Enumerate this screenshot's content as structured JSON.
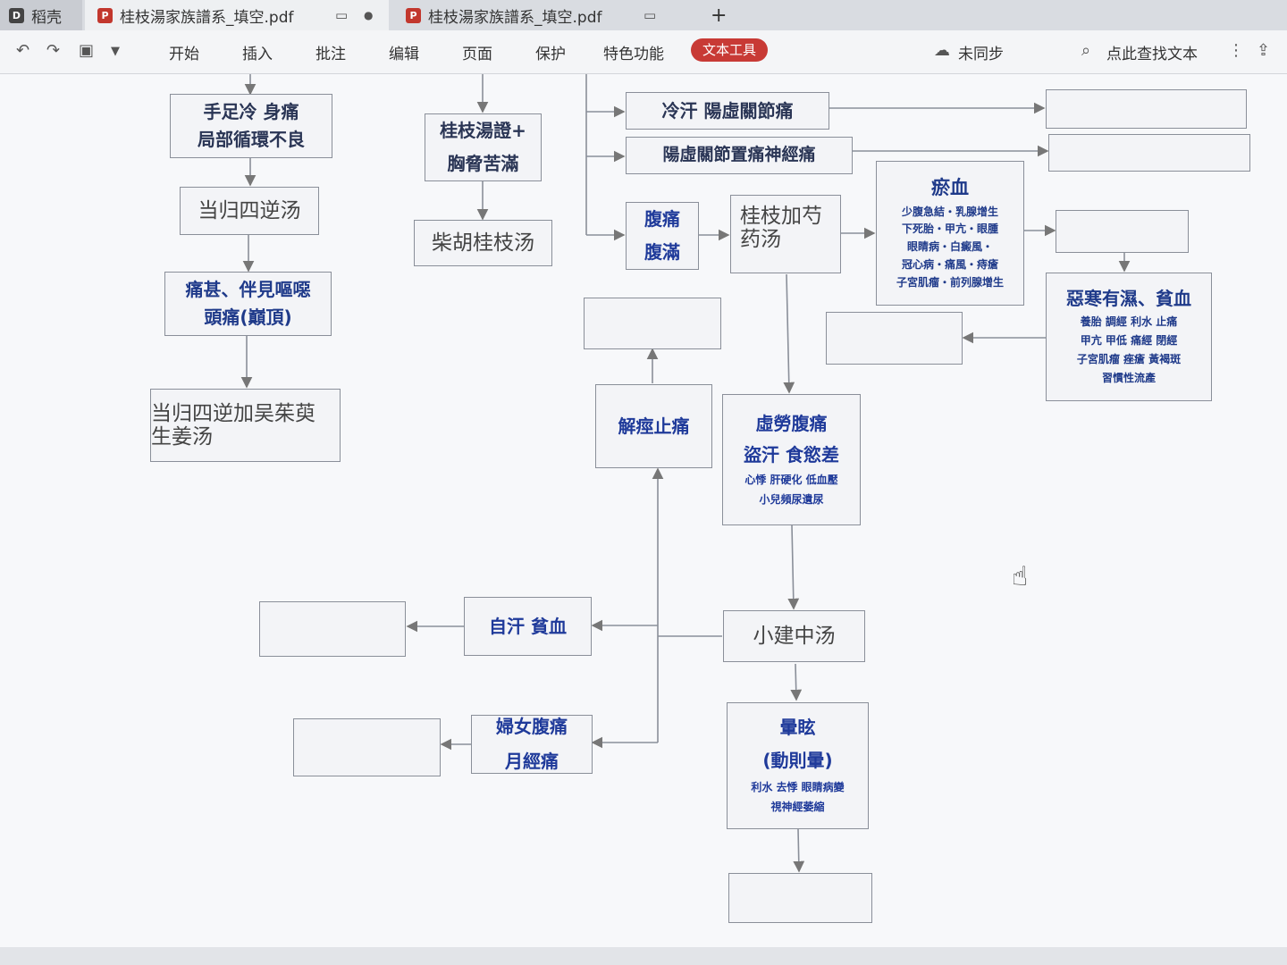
{
  "tabs": {
    "home": {
      "label": "稻壳"
    },
    "active": {
      "label": "桂枝湯家族譜系_填空.pdf",
      "dot": "●"
    },
    "second": {
      "label": "桂枝湯家族譜系_填空.pdf"
    },
    "add": "+"
  },
  "toolbar": {
    "menus": [
      "开始",
      "插入",
      "批注",
      "编辑",
      "页面",
      "保护",
      "特色功能"
    ],
    "text_tool": "文本工具",
    "sync": "未同步",
    "search": "点此查找文本",
    "accent": "#c83a35"
  },
  "boxes": {
    "b1": {
      "l1": "手足冷 身痛",
      "l2": "局部循環不良"
    },
    "b2": {
      "l1": "当归四逆汤"
    },
    "b3": {
      "l1": "痛甚、伴見嘔噁",
      "l2": "頭痛(巔頂)"
    },
    "b4": {
      "l1": "当归四逆加吴茱萸",
      "l2": "生姜汤"
    },
    "b5": {
      "l1": "桂枝湯證+",
      "l2": "胸脅苦滿"
    },
    "b6": {
      "l1": "柴胡桂枝汤"
    },
    "b7": {
      "l1": "冷汗 陽虛關節痛"
    },
    "b8": {
      "l1": "陽虛關節置痛神經痛"
    },
    "b9": {
      "l1": "腹痛",
      "l2": "腹滿"
    },
    "b10": {
      "l1": "桂枝加芍",
      "l2": "药汤"
    },
    "b11": {
      "l1": "瘀血",
      "l2": "少腹急結・乳腺增生",
      "l3": "下死胎・甲亢・眼腫",
      "l4": "眼睛病・白癜風・",
      "l5": "冠心病・痛風・痔瘡",
      "l6": "子宮肌瘤・前列腺增生"
    },
    "b12": {
      "l1": "惡寒有濕、貧血",
      "l2": "養胎 調經 利水 止痛",
      "l3": "甲亢 甲低 痛經 閉經",
      "l4": "子宮肌瘤 痤瘡 黃褐斑",
      "l5": "習慣性流產"
    },
    "b13": {
      "l1": "解痙止痛"
    },
    "b14": {
      "l1": "虛勞腹痛",
      "l2": "盜汗 食慾差",
      "l3": "心悸 肝硬化 低血壓",
      "l4": "小兒頻尿遺尿"
    },
    "b15": {
      "l1": "自汗 貧血"
    },
    "b16": {
      "l1": "小建中汤"
    },
    "b17": {
      "l1": "婦女腹痛",
      "l2": "月經痛"
    },
    "b18": {
      "l1": "暈眩",
      "l2": "(動則暈)",
      "l3": "利水 去悸 眼睛病變",
      "l4": "視神經萎縮"
    }
  }
}
